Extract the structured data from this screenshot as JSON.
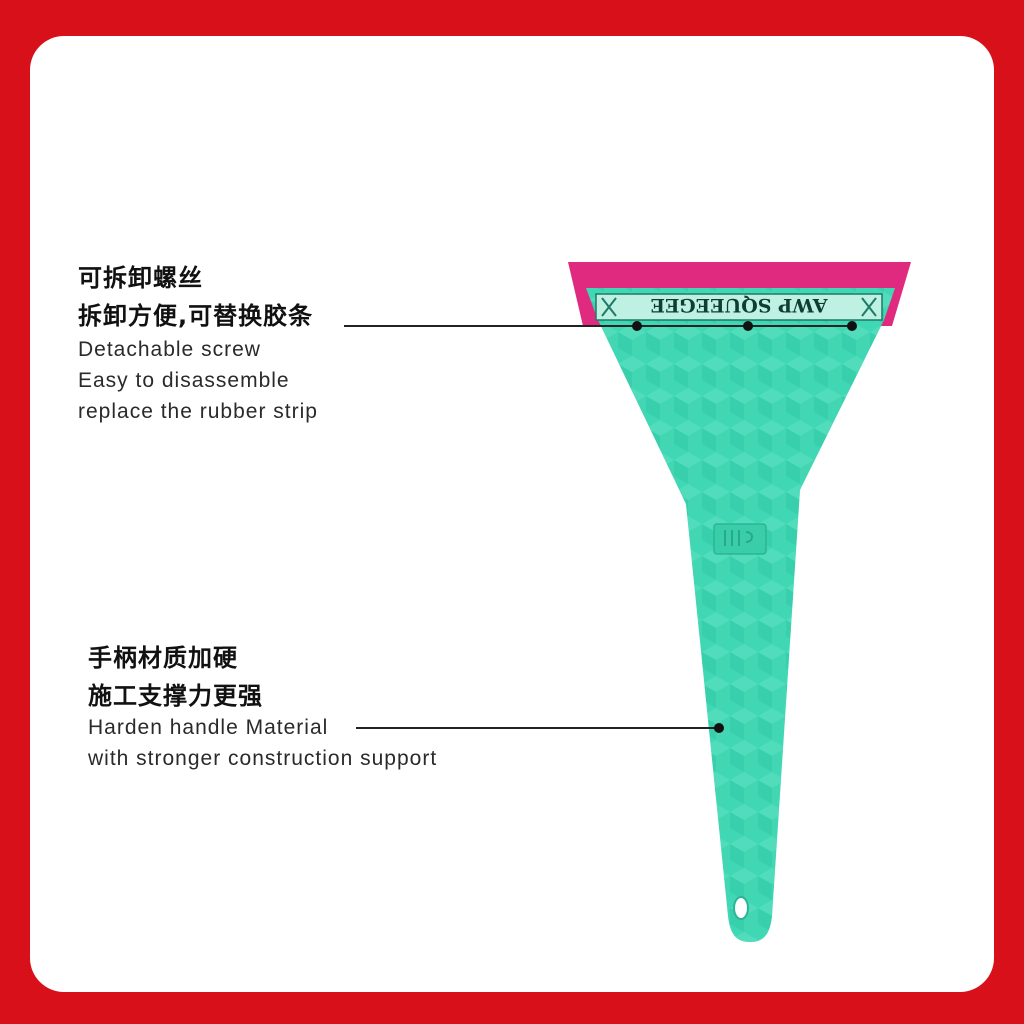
{
  "callouts": {
    "screw": {
      "cn_line1": "可拆卸螺丝",
      "cn_line2": "拆卸方便,可替换胶条",
      "en_line1": "Detachable screw",
      "en_line2": "Easy to disassemble",
      "en_line3": "replace the rubber strip"
    },
    "handle": {
      "cn_line1": "手柄材质加硬",
      "cn_line2": "施工支撑力更强",
      "en_line1": "Harden handle Material",
      "en_line2": "with stronger construction support"
    }
  },
  "product": {
    "blade_label": "AWP SQUEEGEE",
    "colors": {
      "border": "#d7101a",
      "blade": "#e02a7f",
      "body": "#40d7b4",
      "label_bg": "#bff1e3"
    }
  }
}
